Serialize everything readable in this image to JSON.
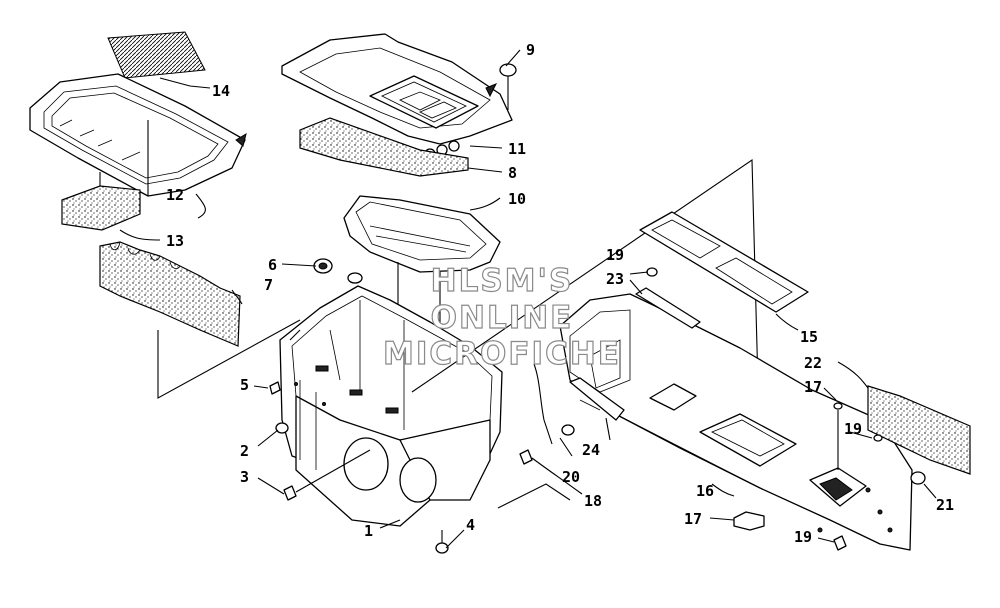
{
  "watermark": {
    "line1": "HLSM'S",
    "line2": "ONLINE",
    "line3": "MICROFICHE"
  },
  "callouts": [
    {
      "id": "c1",
      "label": "1"
    },
    {
      "id": "c2",
      "label": "2"
    },
    {
      "id": "c3",
      "label": "3"
    },
    {
      "id": "c4",
      "label": "4"
    },
    {
      "id": "c5",
      "label": "5"
    },
    {
      "id": "c6",
      "label": "6"
    },
    {
      "id": "c7",
      "label": "7"
    },
    {
      "id": "c8",
      "label": "8"
    },
    {
      "id": "c9",
      "label": "9"
    },
    {
      "id": "c10",
      "label": "10"
    },
    {
      "id": "c11",
      "label": "11"
    },
    {
      "id": "c12",
      "label": "12"
    },
    {
      "id": "c13",
      "label": "13"
    },
    {
      "id": "c14",
      "label": "14"
    },
    {
      "id": "c15",
      "label": "15"
    },
    {
      "id": "c16",
      "label": "16"
    },
    {
      "id": "c17a",
      "label": "17"
    },
    {
      "id": "c17b",
      "label": "17"
    },
    {
      "id": "c18",
      "label": "18"
    },
    {
      "id": "c19a",
      "label": "19"
    },
    {
      "id": "c19b",
      "label": "19"
    },
    {
      "id": "c19c",
      "label": "19"
    },
    {
      "id": "c20",
      "label": "20"
    },
    {
      "id": "c21",
      "label": "21"
    },
    {
      "id": "c22",
      "label": "22"
    },
    {
      "id": "c23",
      "label": "23"
    },
    {
      "id": "c24",
      "label": "24"
    }
  ]
}
